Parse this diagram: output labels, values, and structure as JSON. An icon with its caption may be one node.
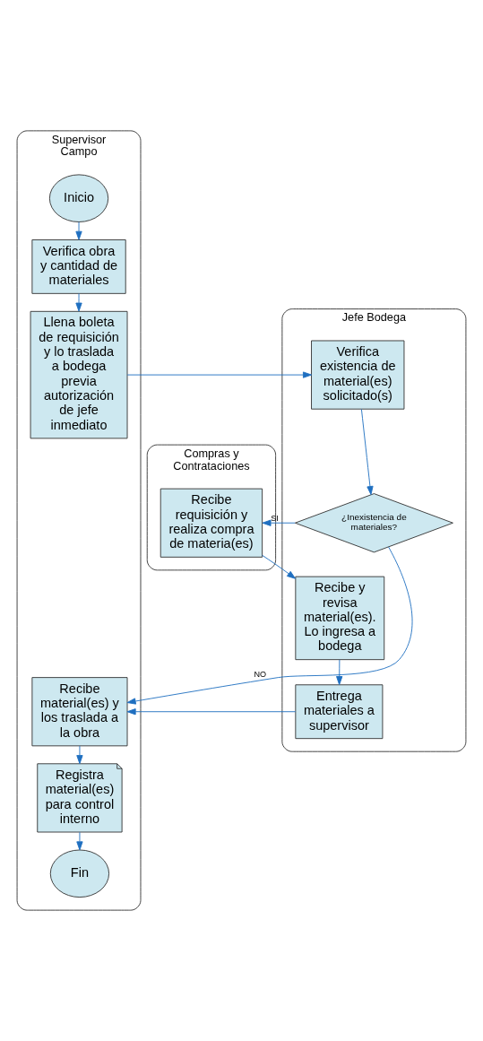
{
  "diagram": {
    "nodes": [
      {
        "text": [
          "Supervisor Campo"
        ]
      },
      {
        "text": [
          "Jefe Bodega"
        ]
      },
      {
        "text": [
          "Compras y Contrataciones"
        ]
      },
      {
        "text": [
          "Inicio"
        ],
        "in": 0
      },
      {
        "text": [
          "Verifica obra y cantidad de materiales"
        ],
        "in": 0
      },
      {
        "text": [
          "Llena boleta de requisición y lo traslada a bodega previa autorización de jefe inmediato"
        ],
        "in": 0
      },
      {
        "text": [
          "Verifica existencia de material(es) solicitado(s)"
        ],
        "in": 1
      },
      {
        "text": [
          "¿Inexistencia de materiales?"
        ],
        "in": 1
      },
      {
        "text": [
          "Recibe requisición y realiza compra de materia(es)"
        ],
        "in": 2
      },
      {
        "text": [
          "Recibe y revisa material(es). Lo ingresa a bodega"
        ],
        "in": 1
      },
      {
        "text": [
          "Entrega materiales a supervisor"
        ],
        "in": 1
      },
      {
        "text": [
          "Recibe material(es) y los traslada a la obra"
        ],
        "in": 0
      },
      {
        "text": [
          "Registra material(es) para control interno"
        ],
        "in": 0
      },
      {
        "text": [
          "Fin"
        ],
        "in": 0
      }
    ],
    "edges": [
      {
        "from": 3,
        "to": 4,
        "arrow": "to"
      },
      {
        "from": 4,
        "to": 5,
        "arrow": "to"
      },
      {
        "from": 5,
        "to": 6,
        "arrow": "to"
      },
      {
        "from": 6,
        "to": 7,
        "arrow": "to"
      },
      {
        "from": 7,
        "to": 8,
        "arrow": "to",
        "label": "SI"
      },
      {
        "from": 7,
        "to": 11,
        "arrow": "to",
        "label": "NO"
      },
      {
        "from": 8,
        "to": 9,
        "arrow": "to"
      },
      {
        "from": 9,
        "to": 10,
        "arrow": "to"
      },
      {
        "from": 10,
        "to": 11,
        "arrow": "to"
      },
      {
        "from": 11,
        "to": 12,
        "arrow": "to"
      },
      {
        "from": 12,
        "to": 13,
        "arrow": "to"
      }
    ]
  }
}
